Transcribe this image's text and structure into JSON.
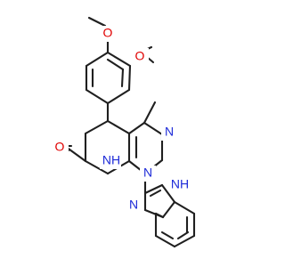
{
  "molecule": {
    "atoms": {
      "o_top": "O",
      "o_right": "O",
      "n_right": "N",
      "n_left_bottom": "N",
      "nh_left": "NH",
      "nh_benz": "NH",
      "o_carbonyl": "O",
      "n_benz": "N",
      "h_benz": "H",
      "h_left": "H"
    }
  },
  "colors": {
    "oxygen": "#e00000",
    "nitrogen": "#1e2bd8",
    "carbon": "#202020",
    "background": "#ffffff"
  }
}
